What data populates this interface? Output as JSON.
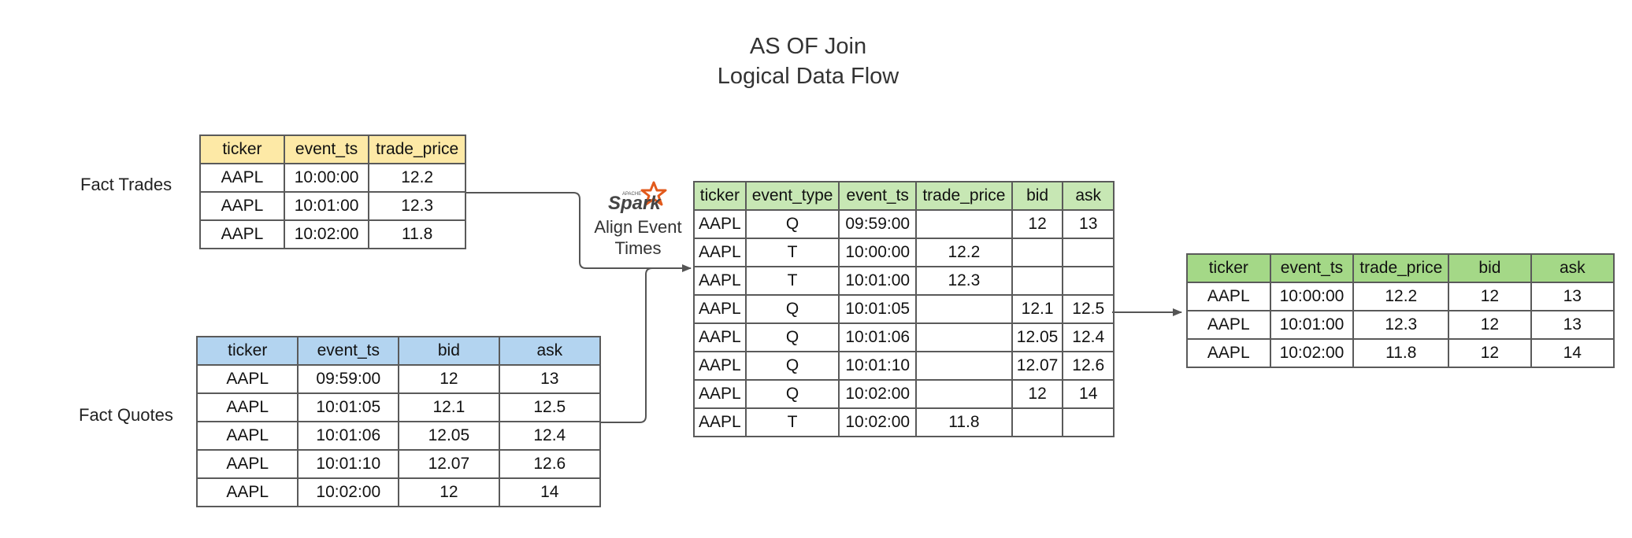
{
  "title": [
    "AS OF Join",
    "Logical Data Flow"
  ],
  "colors": {
    "trades_header": "#fde9a6",
    "quotes_header": "#b3d4f0",
    "combined_header": "#c7e7b4",
    "result_header": "#a4d887",
    "border": "#5a5a5a",
    "connector": "#555555",
    "spark_orange": "#e25a1c"
  },
  "trades": {
    "label": "Fact Trades",
    "columns": [
      "ticker",
      "event_ts",
      "trade_price"
    ],
    "rows": [
      [
        "AAPL",
        "10:00:00",
        "12.2"
      ],
      [
        "AAPL",
        "10:01:00",
        "12.3"
      ],
      [
        "AAPL",
        "10:02:00",
        "11.8"
      ]
    ]
  },
  "quotes": {
    "label": "Fact Quotes",
    "columns": [
      "ticker",
      "event_ts",
      "bid",
      "ask"
    ],
    "rows": [
      [
        "AAPL",
        "09:59:00",
        "12",
        "13"
      ],
      [
        "AAPL",
        "10:01:05",
        "12.1",
        "12.5"
      ],
      [
        "AAPL",
        "10:01:06",
        "12.05",
        "12.4"
      ],
      [
        "AAPL",
        "10:01:10",
        "12.07",
        "12.6"
      ],
      [
        "AAPL",
        "10:02:00",
        "12",
        "14"
      ]
    ]
  },
  "spark": {
    "logo_small": "APACHE",
    "logo_text": "Spark",
    "logo_icon": "spark-star-icon",
    "step_label": [
      "Align Event",
      "Times"
    ]
  },
  "combined": {
    "columns": [
      "ticker",
      "event_type",
      "event_ts",
      "trade_price",
      "bid",
      "ask"
    ],
    "rows": [
      [
        "AAPL",
        "Q",
        "09:59:00",
        "",
        "12",
        "13"
      ],
      [
        "AAPL",
        "T",
        "10:00:00",
        "12.2",
        "",
        ""
      ],
      [
        "AAPL",
        "T",
        "10:01:00",
        "12.3",
        "",
        ""
      ],
      [
        "AAPL",
        "Q",
        "10:01:05",
        "",
        "12.1",
        "12.5"
      ],
      [
        "AAPL",
        "Q",
        "10:01:06",
        "",
        "12.05",
        "12.4"
      ],
      [
        "AAPL",
        "Q",
        "10:01:10",
        "",
        "12.07",
        "12.6"
      ],
      [
        "AAPL",
        "Q",
        "10:02:00",
        "",
        "12",
        "14"
      ],
      [
        "AAPL",
        "T",
        "10:02:00",
        "11.8",
        "",
        ""
      ]
    ]
  },
  "result": {
    "columns": [
      "ticker",
      "event_ts",
      "trade_price",
      "bid",
      "ask"
    ],
    "rows": [
      [
        "AAPL",
        "10:00:00",
        "12.2",
        "12",
        "13"
      ],
      [
        "AAPL",
        "10:01:00",
        "12.3",
        "12",
        "13"
      ],
      [
        "AAPL",
        "10:02:00",
        "11.8",
        "12",
        "14"
      ]
    ]
  }
}
